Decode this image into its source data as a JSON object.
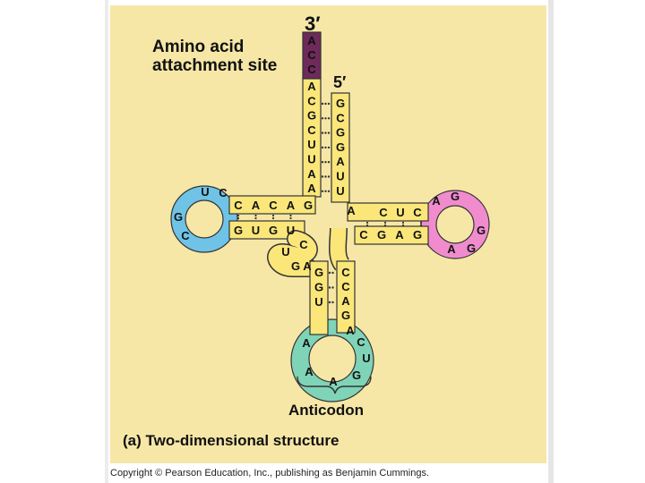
{
  "labels": {
    "amino_line1": "Amino acid",
    "amino_line2": "attachment site",
    "prime3": "3′",
    "prime5": "5′",
    "anticodon": "Anticodon",
    "caption": "(a) Two-dimensional structure",
    "copyright": "Copyright © Pearson Education, Inc., publishing as Benjamin Cummings."
  },
  "colors": {
    "panel_background": "#f6e7a7",
    "stem_yellow": "#fbe67a",
    "attachment_purple": "#6d2a5a",
    "d_loop_blue": "#6fc3e6",
    "t_loop_pink": "#f08ccd",
    "anticodon_teal": "#7fd4b8"
  },
  "sequence": {
    "attachment_site": [
      "A",
      "C",
      "C"
    ],
    "acceptor_stem_3prime": [
      "A",
      "C",
      "G",
      "C",
      "U",
      "U",
      "A",
      "A"
    ],
    "acceptor_stem_5prime": [
      "G",
      "C",
      "G",
      "G",
      "A",
      "U",
      "U"
    ],
    "left_arm_top": [
      "C",
      "A",
      "C",
      "A",
      "G"
    ],
    "left_arm_bottom": [
      "G",
      "U",
      "G",
      "U"
    ],
    "d_loop": [
      "U",
      "C",
      "G",
      "C"
    ],
    "variable_region": [
      "C",
      "U",
      "G",
      "A"
    ],
    "right_arm_top": [
      "A",
      "C",
      "U",
      "C"
    ],
    "right_arm_bottom": [
      "C",
      "G",
      "A",
      "G"
    ],
    "t_loop": [
      "A",
      "G",
      "G",
      "G",
      "A"
    ],
    "anticodon_stem_left": [
      "G",
      "G",
      "U"
    ],
    "anticodon_stem_right": [
      "C",
      "C",
      "A",
      "G"
    ],
    "anticodon_loop": [
      "A",
      "A",
      "A",
      "G",
      "U",
      "C",
      "A"
    ]
  }
}
